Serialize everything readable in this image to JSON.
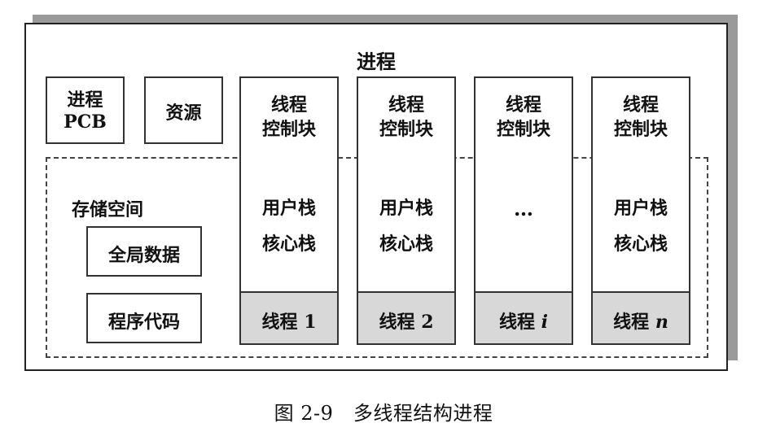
{
  "process": {
    "title": "进程",
    "pcb": [
      "进程",
      "PCB"
    ],
    "resource": "资源",
    "storage": {
      "label": "存储空间",
      "global_data": "全局数据",
      "code": "程序代码"
    }
  },
  "threads": [
    {
      "tcb": [
        "线程",
        "控制块"
      ],
      "stacks": [
        "用户栈",
        "核心栈"
      ],
      "name": "线程",
      "id": "1"
    },
    {
      "tcb": [
        "线程",
        "控制块"
      ],
      "stacks": [
        "用户栈",
        "核心栈"
      ],
      "name": "线程",
      "id": "2"
    },
    {
      "tcb": [
        "线程",
        "控制块"
      ],
      "ellipsis": "…",
      "name": "线程",
      "id": "i"
    },
    {
      "tcb": [
        "线程",
        "控制块"
      ],
      "stacks": [
        "用户栈",
        "核心栈"
      ],
      "name": "线程",
      "id": "n"
    }
  ],
  "caption": "图 2-9　多线程结构进程"
}
